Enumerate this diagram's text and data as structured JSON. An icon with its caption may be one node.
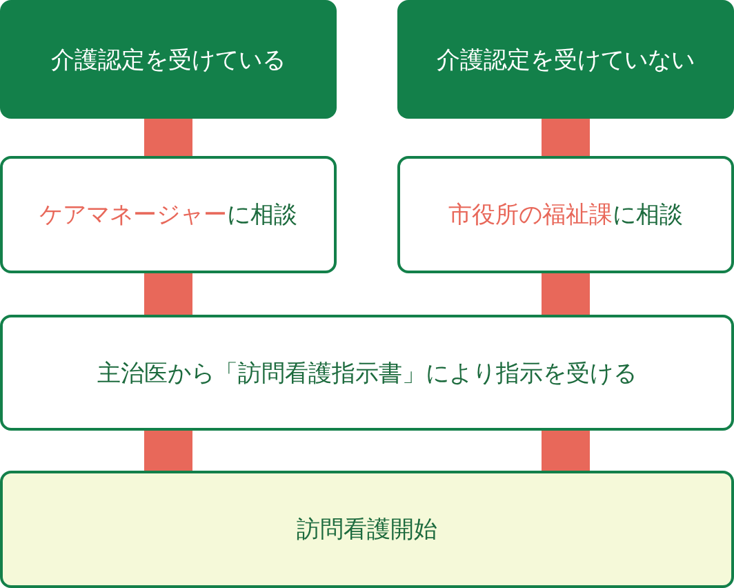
{
  "diagram": {
    "nodes": [
      {
        "text": [
          "介護認定を受けている"
        ]
      },
      {
        "text": [
          "介護認定を受けていない"
        ]
      },
      {
        "text": [
          "**ケアマネージャー**に相談"
        ]
      },
      {
        "text": [
          "**市役所の福祉課**に相談"
        ]
      },
      {
        "text": [
          "主治医から「訪問看護指示書」により指示を受ける"
        ]
      },
      {
        "text": [
          "訪問看護開始"
        ]
      }
    ],
    "edges": [
      {
        "from": 0,
        "to": 2,
        "arrow": "none"
      },
      {
        "from": 2,
        "to": 4,
        "arrow": "none"
      },
      {
        "from": 4,
        "to": 5,
        "arrow": "none"
      },
      {
        "from": 1,
        "to": 3,
        "arrow": "none"
      },
      {
        "from": 3,
        "to": 4,
        "arrow": "none"
      },
      {
        "from": 4,
        "to": 5,
        "arrow": "none"
      }
    ]
  }
}
